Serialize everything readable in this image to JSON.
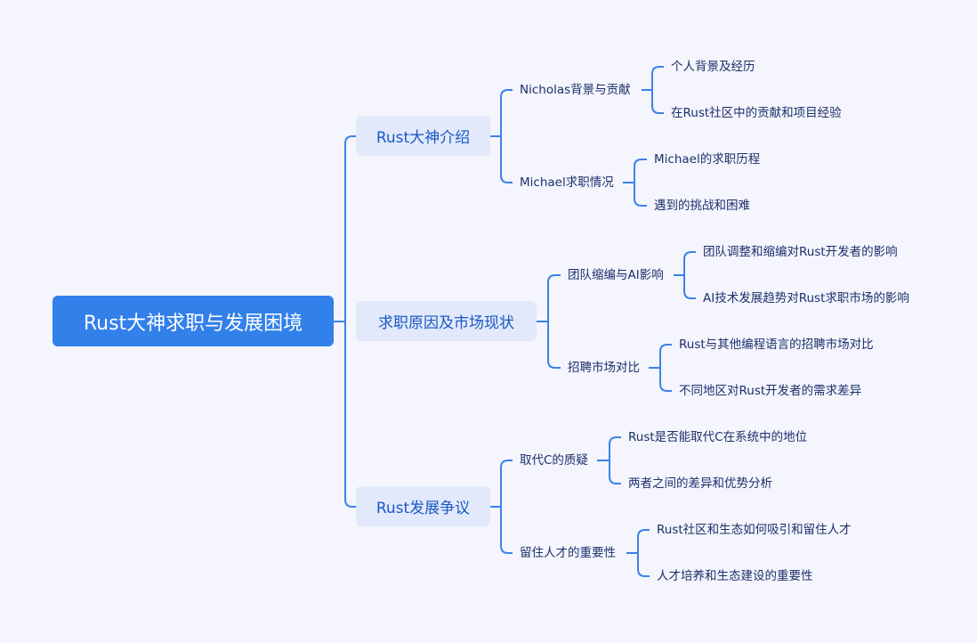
{
  "root": {
    "label": "Rust大神求职与发展困境"
  },
  "branches": [
    {
      "label": "Rust大神介绍",
      "children": [
        {
          "label": "Nicholas背景与贡献",
          "leaves": [
            "个人背景及经历",
            "在Rust社区中的贡献和项目经验"
          ]
        },
        {
          "label": "Michael求职情况",
          "leaves": [
            "Michael的求职历程",
            "遇到的挑战和困难"
          ]
        }
      ]
    },
    {
      "label": "求职原因及市场现状",
      "children": [
        {
          "label": "团队缩编与AI影响",
          "leaves": [
            "团队调整和缩编对Rust开发者的影响",
            "AI技术发展趋势对Rust求职市场的影响"
          ]
        },
        {
          "label": "招聘市场对比",
          "leaves": [
            "Rust与其他编程语言的招聘市场对比",
            "不同地区对Rust开发者的需求差异"
          ]
        }
      ]
    },
    {
      "label": "Rust发展争议",
      "children": [
        {
          "label": "取代C的质疑",
          "leaves": [
            "Rust是否能取代C在系统中的地位",
            "两者之间的差异和优势分析"
          ]
        },
        {
          "label": "留住人才的重要性",
          "leaves": [
            "Rust社区和生态如何吸引和留住人才",
            "人才培养和生态建设的重要性"
          ]
        }
      ]
    }
  ],
  "colors": {
    "background": "#f4f5fd",
    "root": "#3280ea",
    "branch_bg": "#e1e9fb",
    "branch_text": "#1b58c6",
    "line": "#3a82ea",
    "text": "#1d2f6b"
  }
}
